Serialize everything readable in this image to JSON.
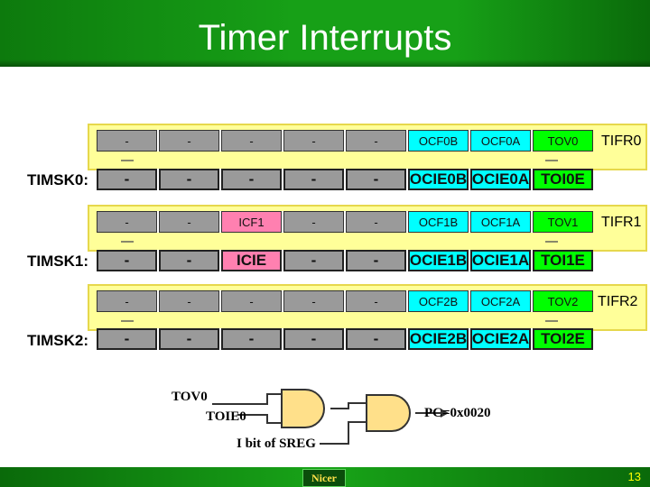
{
  "title": "Timer Interrupts",
  "page_number": "13",
  "logo_text": "Nicer",
  "registers": [
    {
      "flag_name": "TIFR0",
      "flag_bits": [
        "-",
        "-",
        "-",
        "-",
        "-",
        "OCF0B",
        "OCF0A",
        "TOV0"
      ],
      "mask_name": "TIMSK0:",
      "mask_bits": [
        "-",
        "-",
        "-",
        "-",
        "-",
        "OCIE0B",
        "OCIE0A",
        "TOI0E"
      ]
    },
    {
      "flag_name": "TIFR1",
      "flag_bits": [
        "-",
        "-",
        "ICF1",
        "-",
        "-",
        "OCF1B",
        "OCF1A",
        "TOV1"
      ],
      "mask_name": "TIMSK1:",
      "mask_bits": [
        "-",
        "-",
        "ICIE",
        "-",
        "-",
        "OCIE1B",
        "OCIE1A",
        "TOI1E"
      ]
    },
    {
      "flag_name": "TIFR2",
      "flag_bits": [
        "-",
        "-",
        "-",
        "-",
        "-",
        "OCF2B",
        "OCF2A",
        "TOV2"
      ],
      "mask_name": "TIMSK2:",
      "mask_bits": [
        "-",
        "-",
        "-",
        "-",
        "-",
        "OCIE2B",
        "OCIE2A",
        "TOI2E"
      ]
    }
  ],
  "colors": {
    "gray": "#9a9a9a",
    "cyan": "#00ffff",
    "green": "#00ff00",
    "pink": "#ff80b0",
    "band": "#ffff99"
  },
  "diagram": {
    "input_a": "TOV0",
    "input_b": "TOIE0",
    "input_c": "I bit of SREG",
    "output": "PC=0x0020"
  }
}
